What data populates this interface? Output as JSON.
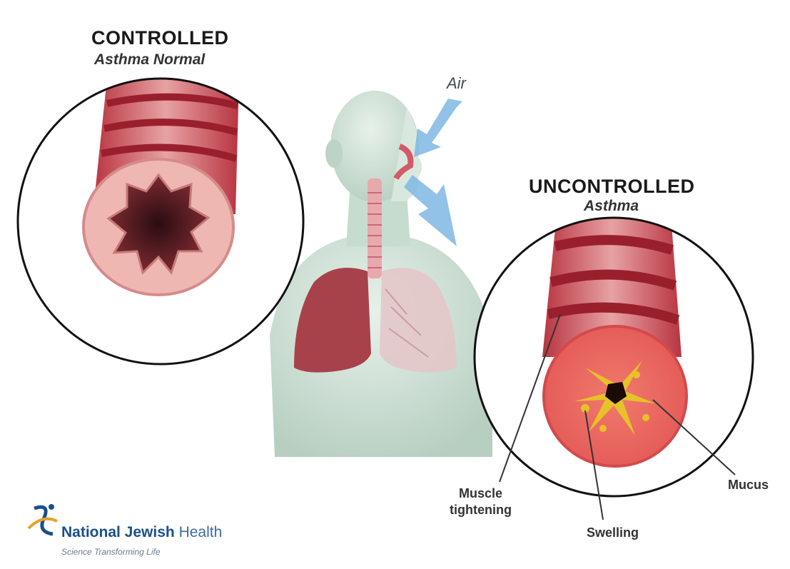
{
  "labels": {
    "controlled_title": "CONTROLLED",
    "controlled_subtitle": "Asthma Normal",
    "uncontrolled_title": "UNCONTROLLED",
    "uncontrolled_subtitle": "Asthma",
    "air": "Air",
    "muscle_line1": "Muscle",
    "muscle_line2": "tightening",
    "swelling": "Swelling",
    "mucus": "Mucus"
  },
  "branding": {
    "name": "National Jewish",
    "name_suffix": "Health",
    "tagline": "Science Transforming Life"
  },
  "colors": {
    "airway_red": "#b02a35",
    "airway_pink": "#e9a5a5",
    "body_green": "#cfe2d8",
    "air_arrow": "#7fb7e3",
    "mucus": "#e6c12a",
    "brand_blue": "#1b4f8c"
  }
}
